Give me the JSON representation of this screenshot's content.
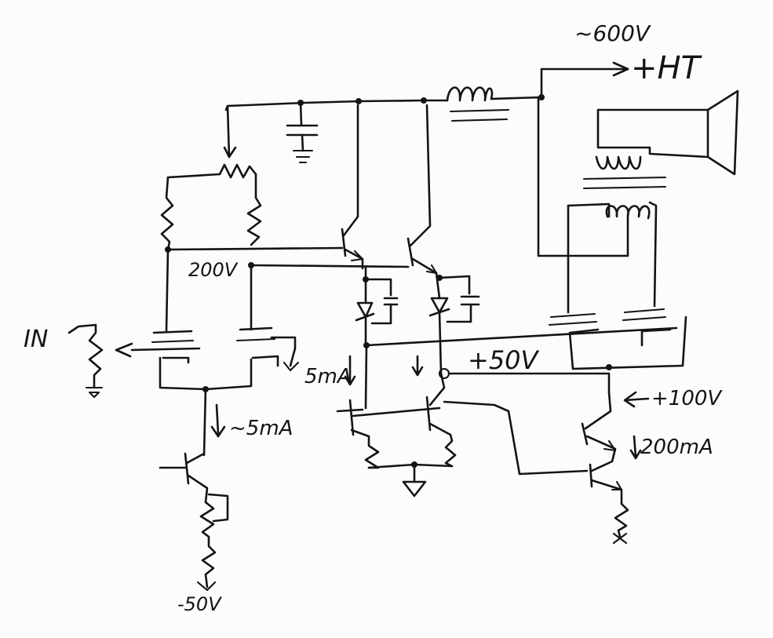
{
  "labels": {
    "ht_voltage": "~600V",
    "ht": "+HT",
    "v200": "200V",
    "input": "IN",
    "i5ma_right": "5mA",
    "i5ma_left": "~5mA",
    "v50pos": "+50V",
    "v100pos": "+100V",
    "i200ma": "200mA",
    "v50neg": "-50V"
  },
  "colors": {
    "ink": "#141414",
    "paper": "#fcfcfb"
  }
}
